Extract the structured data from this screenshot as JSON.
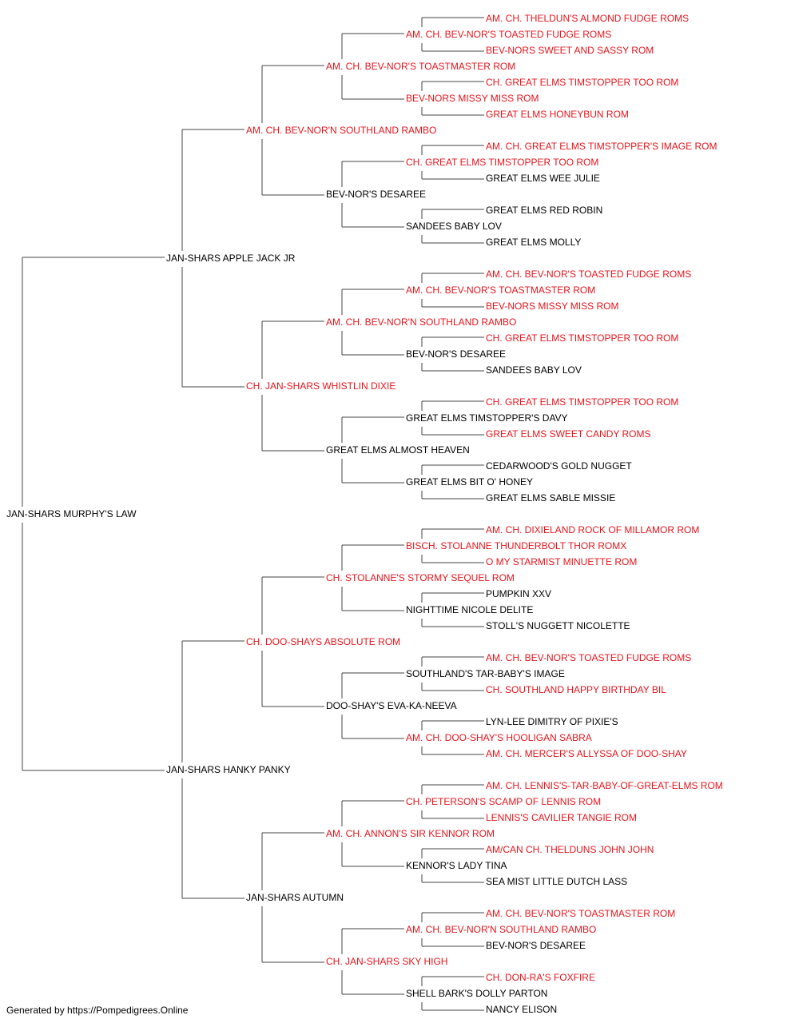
{
  "colors": {
    "champion": "#e8141b",
    "normal": "#000000",
    "line": "#444444"
  },
  "pedigree": {
    "name": "JAN-SHARS MURPHY'S LAW",
    "ch": false,
    "sire": {
      "name": "JAN-SHARS APPLE JACK JR",
      "ch": false,
      "sire": {
        "name": "AM. CH. BEV-NOR'N SOUTHLAND RAMBO",
        "ch": true,
        "sire": {
          "name": "AM. CH. BEV-NOR'S TOASTMASTER ROM",
          "ch": true,
          "sire": {
            "name": "AM. CH. BEV-NOR'S TOASTED FUDGE ROMS",
            "ch": true,
            "sire": {
              "name": "AM. CH. THELDUN'S ALMOND FUDGE ROMS",
              "ch": true
            },
            "dam": {
              "name": "BEV-NORS SWEET AND SASSY ROM",
              "ch": true
            }
          },
          "dam": {
            "name": "BEV-NORS MISSY MISS ROM",
            "ch": true,
            "sire": {
              "name": "CH. GREAT ELMS TIMSTOPPER TOO ROM",
              "ch": true
            },
            "dam": {
              "name": "GREAT ELMS HONEYBUN ROM",
              "ch": true
            }
          }
        },
        "dam": {
          "name": "BEV-NOR'S DESAREE",
          "ch": false,
          "sire": {
            "name": "CH. GREAT ELMS TIMSTOPPER TOO ROM",
            "ch": true,
            "sire": {
              "name": "AM. CH. GREAT ELMS TIMSTOPPER'S IMAGE ROM",
              "ch": true
            },
            "dam": {
              "name": "GREAT ELMS WEE JULIE",
              "ch": false
            }
          },
          "dam": {
            "name": "SANDEES BABY LOV",
            "ch": false,
            "sire": {
              "name": "GREAT ELMS RED ROBIN",
              "ch": false
            },
            "dam": {
              "name": "GREAT ELMS MOLLY",
              "ch": false
            }
          }
        }
      },
      "dam": {
        "name": "CH. JAN-SHARS WHISTLIN DIXIE",
        "ch": true,
        "sire": {
          "name": "AM. CH. BEV-NOR'N SOUTHLAND RAMBO",
          "ch": true,
          "sire": {
            "name": "AM. CH. BEV-NOR'S TOASTMASTER ROM",
            "ch": true,
            "sire": {
              "name": "AM. CH. BEV-NOR'S TOASTED FUDGE ROMS",
              "ch": true
            },
            "dam": {
              "name": "BEV-NORS MISSY MISS ROM",
              "ch": true
            }
          },
          "dam": {
            "name": "BEV-NOR'S DESAREE",
            "ch": false,
            "sire": {
              "name": "CH. GREAT ELMS TIMSTOPPER TOO ROM",
              "ch": true
            },
            "dam": {
              "name": "SANDEES BABY LOV",
              "ch": false
            }
          }
        },
        "dam": {
          "name": "GREAT ELMS ALMOST HEAVEN",
          "ch": false,
          "sire": {
            "name": "GREAT ELMS TIMSTOPPER'S DAVY",
            "ch": false,
            "sire": {
              "name": "CH. GREAT ELMS TIMSTOPPER TOO ROM",
              "ch": true
            },
            "dam": {
              "name": "GREAT ELMS SWEET CANDY ROMS",
              "ch": true
            }
          },
          "dam": {
            "name": "GREAT ELMS BIT O' HONEY",
            "ch": false,
            "sire": {
              "name": "CEDARWOOD'S GOLD NUGGET",
              "ch": false
            },
            "dam": {
              "name": "GREAT ELMS SABLE MISSIE",
              "ch": false
            }
          }
        }
      }
    },
    "dam": {
      "name": "JAN-SHARS HANKY PANKY",
      "ch": false,
      "sire": {
        "name": "CH. DOO-SHAYS ABSOLUTE ROM",
        "ch": true,
        "sire": {
          "name": "CH. STOLANNE'S STORMY SEQUEL ROM",
          "ch": true,
          "sire": {
            "name": "BISCH. STOLANNE THUNDERBOLT THOR ROMX",
            "ch": true,
            "sire": {
              "name": "AM. CH. DIXIELAND ROCK OF MILLAMOR ROM",
              "ch": true
            },
            "dam": {
              "name": "O MY STARMIST MINUETTE ROM",
              "ch": true
            }
          },
          "dam": {
            "name": "NIGHTTIME NICOLE DELITE",
            "ch": false,
            "sire": {
              "name": "PUMPKIN XXV",
              "ch": false
            },
            "dam": {
              "name": "STOLL'S NUGGETT NICOLETTE",
              "ch": false
            }
          }
        },
        "dam": {
          "name": "DOO-SHAY'S EVA-KA-NEEVA",
          "ch": false,
          "sire": {
            "name": "SOUTHLAND'S TAR-BABY'S IMAGE",
            "ch": false,
            "sire": {
              "name": "AM. CH. BEV-NOR'S TOASTED FUDGE ROMS",
              "ch": true
            },
            "dam": {
              "name": "CH. SOUTHLAND HAPPY BIRTHDAY BIL",
              "ch": true
            }
          },
          "dam": {
            "name": "AM. CH. DOO-SHAY'S HOOLIGAN SABRA",
            "ch": true,
            "sire": {
              "name": "LYN-LEE DIMITRY OF PIXIE'S",
              "ch": false
            },
            "dam": {
              "name": "AM. CH. MERCER'S ALLYSSA OF DOO-SHAY",
              "ch": true
            }
          }
        }
      },
      "dam": {
        "name": "JAN-SHARS AUTUMN",
        "ch": false,
        "sire": {
          "name": "AM. CH. ANNON'S SIR KENNOR ROM",
          "ch": true,
          "sire": {
            "name": "CH. PETERSON'S SCAMP OF LENNIS ROM",
            "ch": true,
            "sire": {
              "name": "AM. CH. LENNIS'S-TAR-BABY-OF-GREAT-ELMS ROM",
              "ch": true
            },
            "dam": {
              "name": "LENNIS'S CAVILIER TANGIE ROM",
              "ch": true
            }
          },
          "dam": {
            "name": "KENNOR'S LADY TINA",
            "ch": false,
            "sire": {
              "name": "AM/CAN CH. THELDUNS JOHN JOHN",
              "ch": true
            },
            "dam": {
              "name": "SEA MIST LITTLE DUTCH LASS",
              "ch": false
            }
          }
        },
        "dam": {
          "name": "CH. JAN-SHARS SKY HIGH",
          "ch": true,
          "sire": {
            "name": "AM. CH. BEV-NOR'N SOUTHLAND RAMBO",
            "ch": true,
            "sire": {
              "name": "AM. CH. BEV-NOR'S TOASTMASTER ROM",
              "ch": true
            },
            "dam": {
              "name": "BEV-NOR'S DESAREE",
              "ch": false
            }
          },
          "dam": {
            "name": "SHELL BARK'S DOLLY PARTON",
            "ch": false,
            "sire": {
              "name": "CH. DON-RA'S FOXFIRE",
              "ch": true
            },
            "dam": {
              "name": "NANCY ELISON",
              "ch": false
            }
          }
        }
      }
    }
  },
  "footer": "Generated by https://Pompedigrees.Online"
}
